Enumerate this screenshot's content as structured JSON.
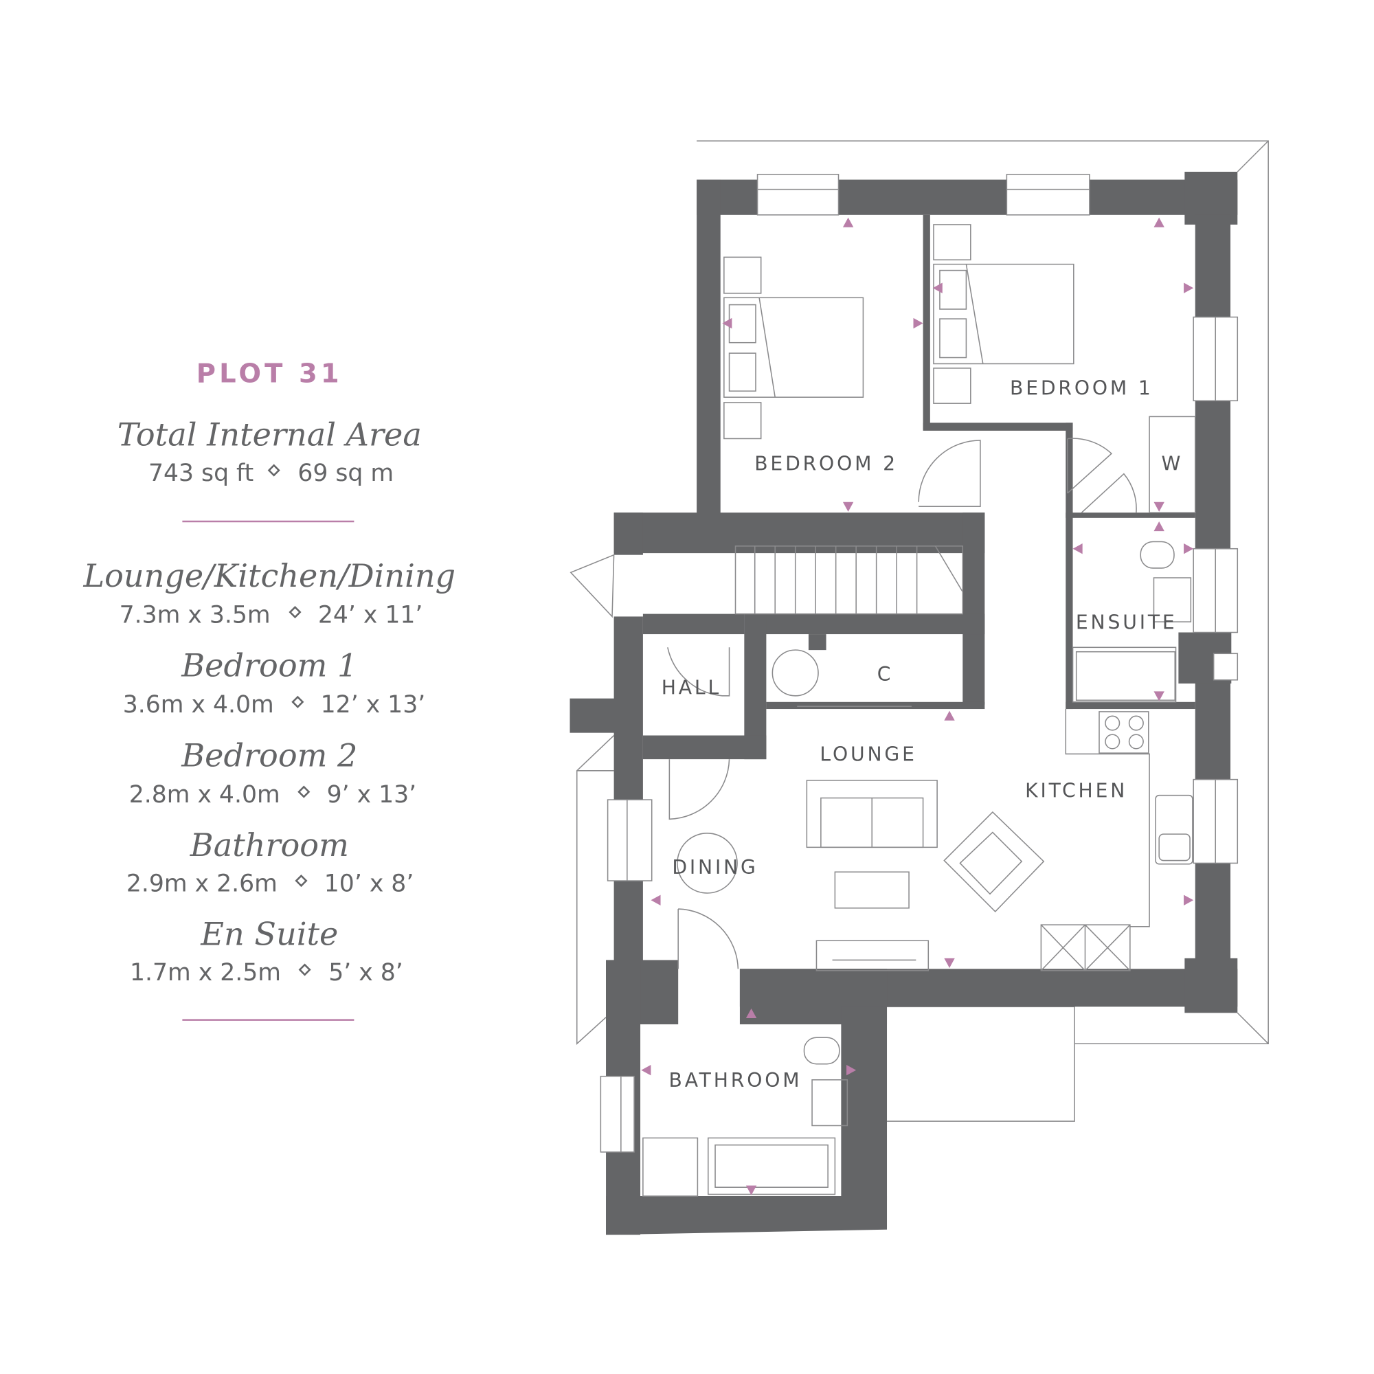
{
  "plot_title": "PLOT 31",
  "total_area": {
    "label": "Total Internal Area",
    "imperial": "743 sq ft",
    "metric": "69 sq m"
  },
  "rooms": [
    {
      "name": "Lounge/Kitchen/Dining",
      "metric": "7.3m x 3.5m",
      "imperial": "24’ x 11’"
    },
    {
      "name": "Bedroom 1",
      "metric": "3.6m x 4.0m",
      "imperial": "12’ x 13’"
    },
    {
      "name": "Bedroom 2",
      "metric": "2.8m x 4.0m",
      "imperial": "9’ x 13’"
    },
    {
      "name": "Bathroom",
      "metric": "2.9m x 2.6m",
      "imperial": "10’ x 8’"
    },
    {
      "name": "En Suite",
      "metric": "1.7m x 2.5m",
      "imperial": "5’ x 8’"
    }
  ],
  "plan_labels": {
    "bedroom1": "BEDROOM 1",
    "bedroom2": "BEDROOM 2",
    "w": "W",
    "ensuite": "ENSUITE",
    "hall": "HALL",
    "c": "C",
    "lounge": "LOUNGE",
    "kitchen": "KITCHEN",
    "dining": "DINING",
    "bathroom": "BATHROOM"
  },
  "colors": {
    "accent": "#b97ea8",
    "wall": "#646567",
    "text": "#646567"
  }
}
